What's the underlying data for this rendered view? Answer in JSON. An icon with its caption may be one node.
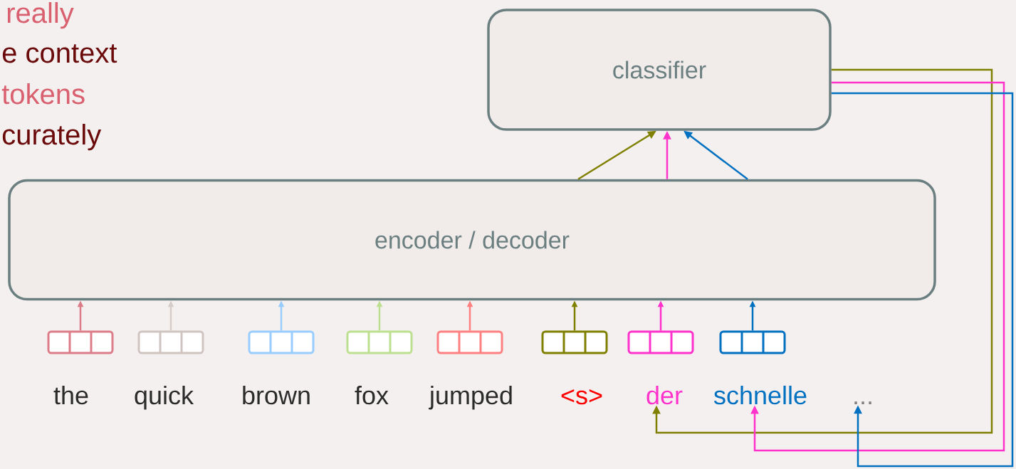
{
  "diagram": {
    "nodes": [
      {
        "text": [
          "classifier"
        ]
      },
      {
        "text": [
          "encoder / decoder"
        ]
      },
      {
        "text": [],
        "shape": "box"
      },
      {
        "text": [],
        "shape": "box"
      },
      {
        "text": [],
        "shape": "box"
      },
      {
        "text": [],
        "shape": "box"
      },
      {
        "text": [],
        "shape": "box"
      },
      {
        "text": [],
        "shape": "box"
      },
      {
        "text": [],
        "shape": "box"
      },
      {
        "text": [],
        "shape": "box"
      },
      {
        "text": [
          "der"
        ]
      },
      {
        "text": [
          "schnelle"
        ]
      },
      {
        "text": [
          "..."
        ]
      }
    ],
    "edges": [
      {
        "from": 2,
        "to": 1,
        "arrow": "to",
        "color": "#dc7c88"
      },
      {
        "from": 3,
        "to": 1,
        "arrow": "to",
        "color": "#d6ccc8"
      },
      {
        "from": 4,
        "to": 1,
        "arrow": "to",
        "color": "#99ccff"
      },
      {
        "from": 5,
        "to": 1,
        "arrow": "to",
        "color": "#bce08f"
      },
      {
        "from": 6,
        "to": 1,
        "arrow": "to",
        "color": "#ff8080"
      },
      {
        "from": 7,
        "to": 1,
        "arrow": "to",
        "color": "#808000"
      },
      {
        "from": 8,
        "to": 1,
        "arrow": "to",
        "color": "#ff33cc"
      },
      {
        "from": 9,
        "to": 1,
        "arrow": "to",
        "color": "#0070c0"
      },
      {
        "from": 1,
        "to": 0,
        "arrow": "to",
        "color": "#808000"
      },
      {
        "from": 1,
        "to": 0,
        "arrow": "to",
        "color": "#ff33cc"
      },
      {
        "from": 1,
        "to": 0,
        "arrow": "to",
        "color": "#0070c0"
      },
      {
        "from": 0,
        "to": 10,
        "arrow": "to",
        "color": "#808000"
      },
      {
        "from": 0,
        "to": 11,
        "arrow": "to",
        "color": "#ff33cc"
      },
      {
        "from": 0,
        "to": 12,
        "arrow": "to",
        "color": "#0070c0"
      }
    ],
    "labels": [
      "really",
      "e context",
      "tokens",
      "curately",
      "the",
      "quick",
      "brown",
      "fox",
      "jumped",
      "<s>"
    ]
  }
}
